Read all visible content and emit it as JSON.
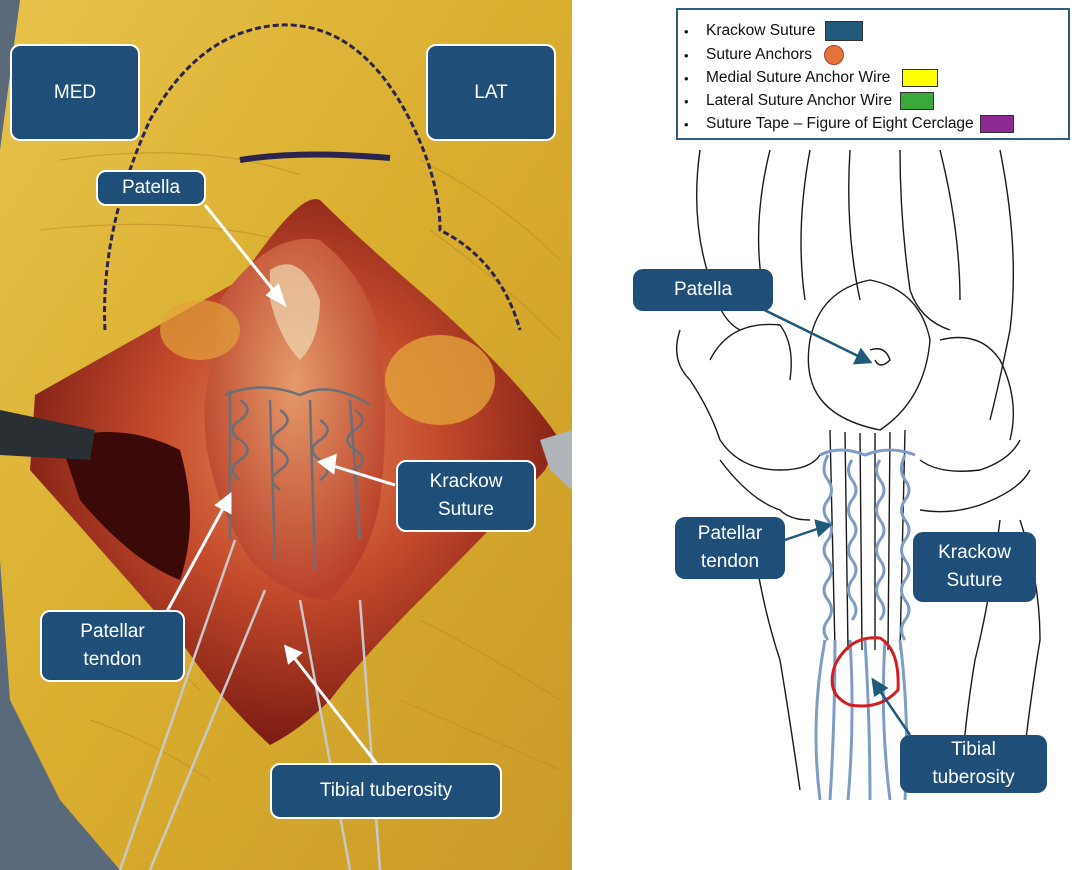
{
  "photo": {
    "labels": {
      "med": "MED",
      "lat": "LAT",
      "patella": "Patella",
      "krackow": "Krackow\nSuture",
      "patellar_tendon": "Patellar\ntendon",
      "tibial_tuberosity": "Tibial tuberosity"
    }
  },
  "legend": {
    "items": [
      {
        "label": "Krackow Suture",
        "swatch": "rect",
        "color": "#1f5a7a"
      },
      {
        "label": "Suture Anchors",
        "swatch": "circle",
        "color": "#e2733a"
      },
      {
        "label": "Medial Suture Anchor Wire",
        "swatch": "rect",
        "color": "#ffff00"
      },
      {
        "label": "Lateral  Suture Anchor Wire",
        "swatch": "rect",
        "color": "#3aa83a"
      },
      {
        "label": " Suture Tape – Figure of Eight Cerclage",
        "swatch": "rect",
        "color": "#8b2a93"
      }
    ]
  },
  "diagram": {
    "labels": {
      "patella": "Patella",
      "patellar_tendon": "Patellar\ntendon",
      "krackow": "Krackow\nSuture",
      "tibial_tuberosity": "Tibial\ntuberosity"
    }
  },
  "colors": {
    "label_fill": "#1f4e79",
    "suture_blue": "#7f9cc6",
    "cerclage_red": "#d21f1f",
    "skin": "#d9b23a",
    "tissue": "#9e2a1d"
  }
}
